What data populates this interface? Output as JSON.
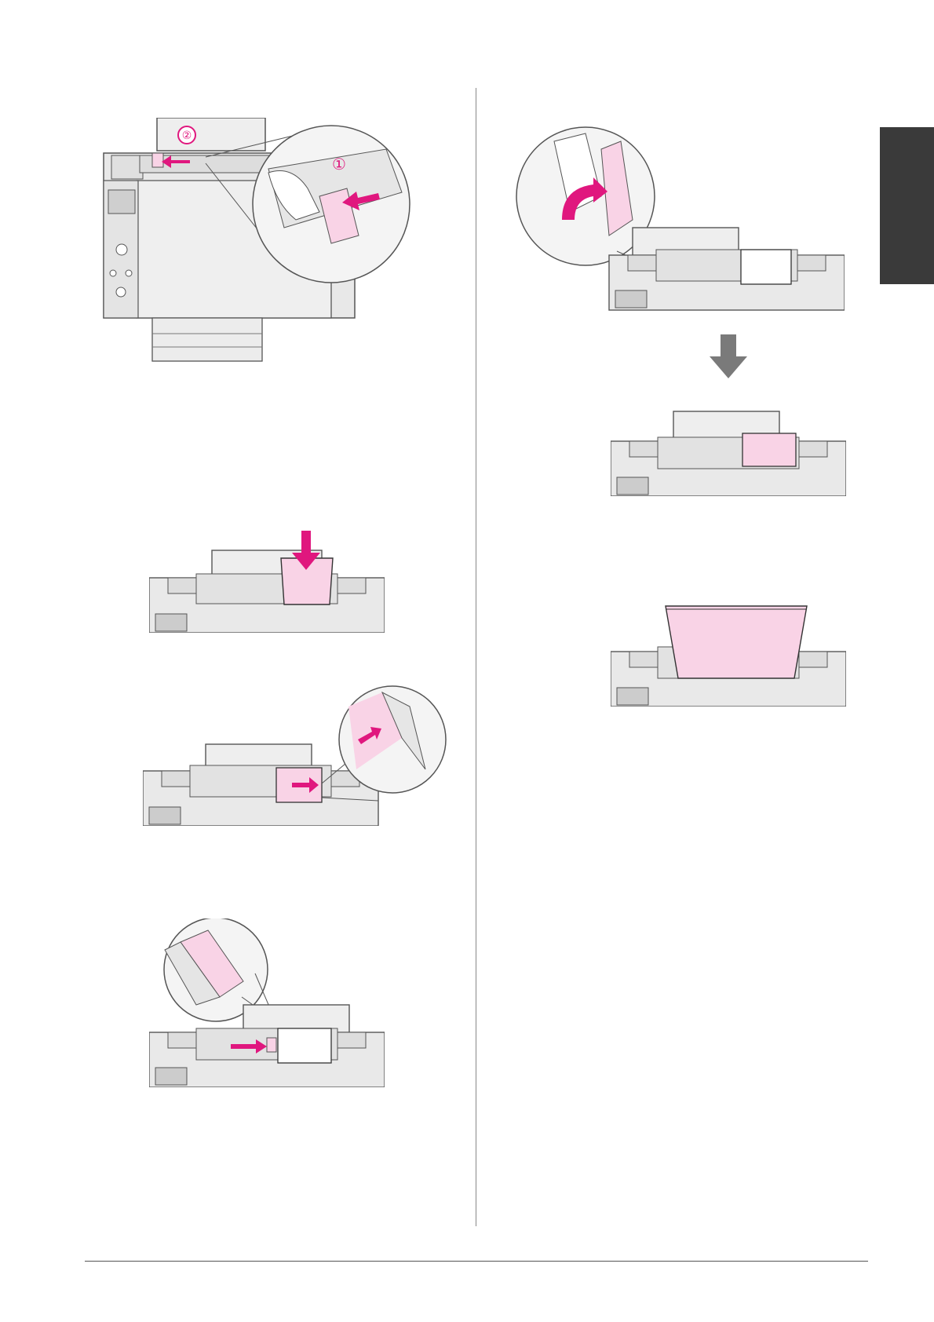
{
  "colors": {
    "accent": "#e0177e",
    "paper_pink": "#f9d3e6",
    "device_fill": "#e9e9e9",
    "outline": "#555555",
    "tab": "#3a3a3a"
  },
  "figures": {
    "step_open_guide": {
      "callout_1": "①",
      "callout_2": "②"
    }
  },
  "icons": [
    "arrow-left-icon",
    "arrow-right-icon",
    "arrow-down-icon",
    "rotate-arrow-icon",
    "magnifier-callout"
  ]
}
